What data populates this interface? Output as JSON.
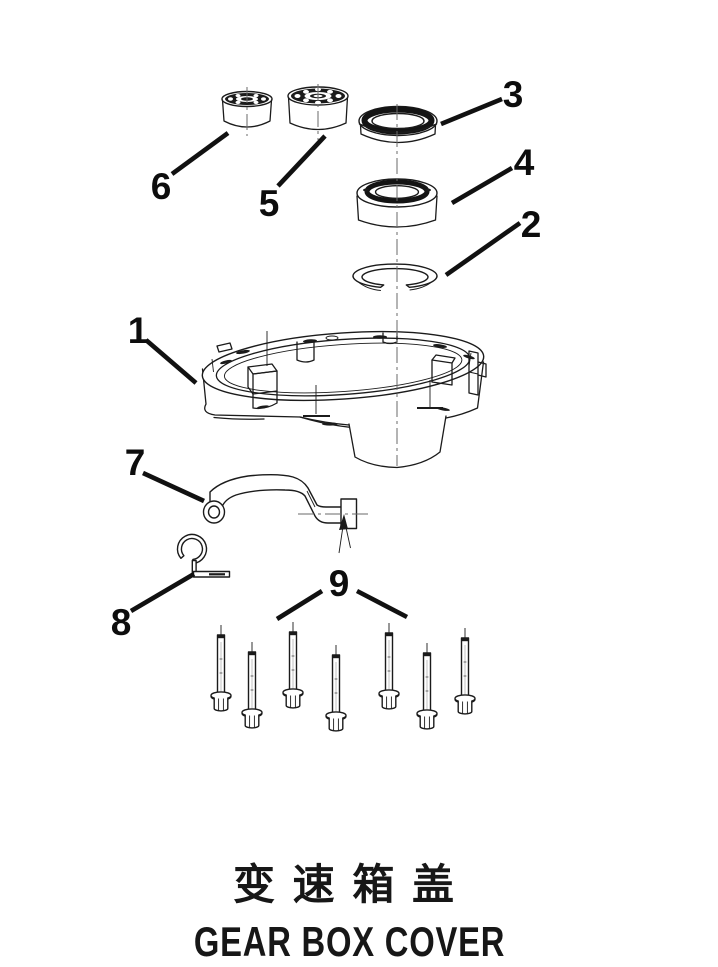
{
  "title": {
    "zh": "变 速 箱 盖",
    "en": "GEAR BOX COVER"
  },
  "diagram": {
    "callouts": {
      "c1": "1",
      "c2": "2",
      "c3": "3",
      "c4": "4",
      "c5": "5",
      "c6": "6",
      "c7": "7",
      "c8": "8",
      "c9": "9"
    },
    "parts_count": 9,
    "bolt_count": 7
  },
  "colors": {
    "line": "#1b1b1b",
    "background": "#ffffff",
    "centerline": "#6a6a6a"
  }
}
